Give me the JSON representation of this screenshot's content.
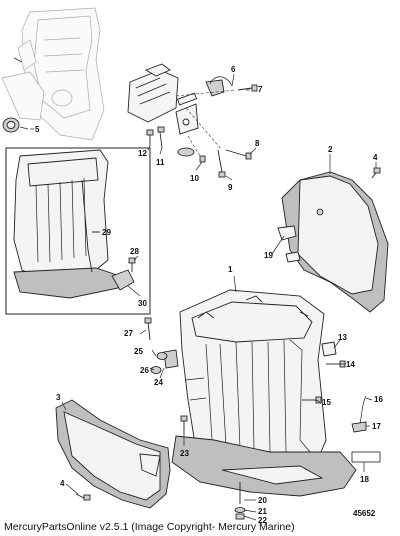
{
  "footer_text": "MercuryPartsOnline v2.5.1 (Image Copyright- Mercury Marine)",
  "figure_number": "45652",
  "callouts": [
    "1",
    "2",
    "3",
    "4",
    "4",
    "5",
    "6",
    "7",
    "8",
    "9",
    "10",
    "11",
    "12",
    "13",
    "14",
    "15",
    "16",
    "17",
    "18",
    "19",
    "20",
    "21",
    "22",
    "23",
    "24",
    "25",
    "26",
    "27",
    "28",
    "29",
    "30"
  ]
}
